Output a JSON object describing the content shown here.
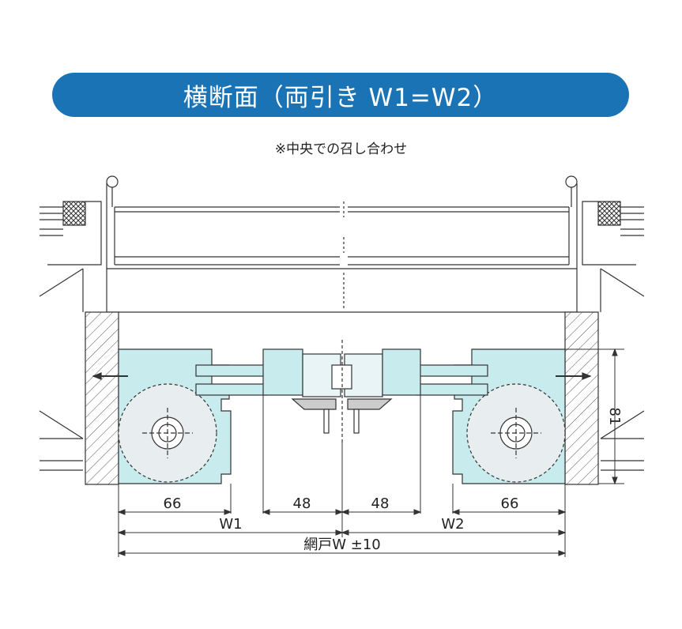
{
  "title": "横断面（両引き W1=W2）",
  "note": "※中央での召し合わせ",
  "dimensions": {
    "left_width": "66",
    "center_left": "48",
    "center_right": "48",
    "right_width": "66",
    "w1": "W1",
    "w2": "W2",
    "total": "網戸W ±10",
    "depth": "81"
  },
  "colors": {
    "banner": "#1a73b4",
    "frame_fill": "#c8ecee",
    "line": "#333333"
  }
}
